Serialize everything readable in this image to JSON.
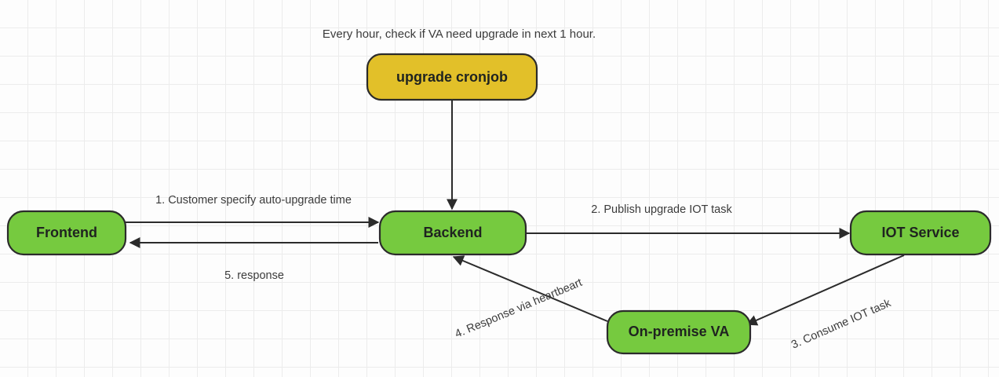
{
  "diagram": {
    "title_note": "Every hour, check if VA need upgrade in next 1 hour.",
    "nodes": [
      {
        "id": "cronjob",
        "label": "upgrade cronjob",
        "color": "#e2c029",
        "shape": "rounded-rect"
      },
      {
        "id": "frontend",
        "label": "Frontend",
        "color": "#76ca3f",
        "shape": "rounded-rect"
      },
      {
        "id": "backend",
        "label": "Backend",
        "color": "#76ca3f",
        "shape": "rounded-rect"
      },
      {
        "id": "iot",
        "label": "IOT Service",
        "color": "#76ca3f",
        "shape": "rounded-rect"
      },
      {
        "id": "va",
        "label": "On-premise VA",
        "color": "#76ca3f",
        "shape": "rounded-rect"
      }
    ],
    "edges": [
      {
        "id": "e1",
        "label": "1. Customer specify auto-upgrade time",
        "from": "frontend",
        "to": "backend"
      },
      {
        "id": "e2",
        "label": "2. Publish upgrade IOT task",
        "from": "backend",
        "to": "iot"
      },
      {
        "id": "e3",
        "label": "3. Consume IOT task",
        "from": "iot",
        "to": "va"
      },
      {
        "id": "e4",
        "label": "4. Response via heartbeart",
        "from": "va",
        "to": "backend"
      },
      {
        "id": "e5",
        "label": "5. response",
        "from": "backend",
        "to": "frontend"
      },
      {
        "id": "e0",
        "label": "",
        "from": "cronjob",
        "to": "backend"
      }
    ],
    "colors": {
      "node_green": "#76ca3f",
      "node_yellow": "#e2c029",
      "stroke": "#2b2b2b",
      "text": "#1f2320",
      "label_text": "#3b3b3b",
      "grid": "#ececec",
      "background": "#fdfdfd"
    }
  }
}
